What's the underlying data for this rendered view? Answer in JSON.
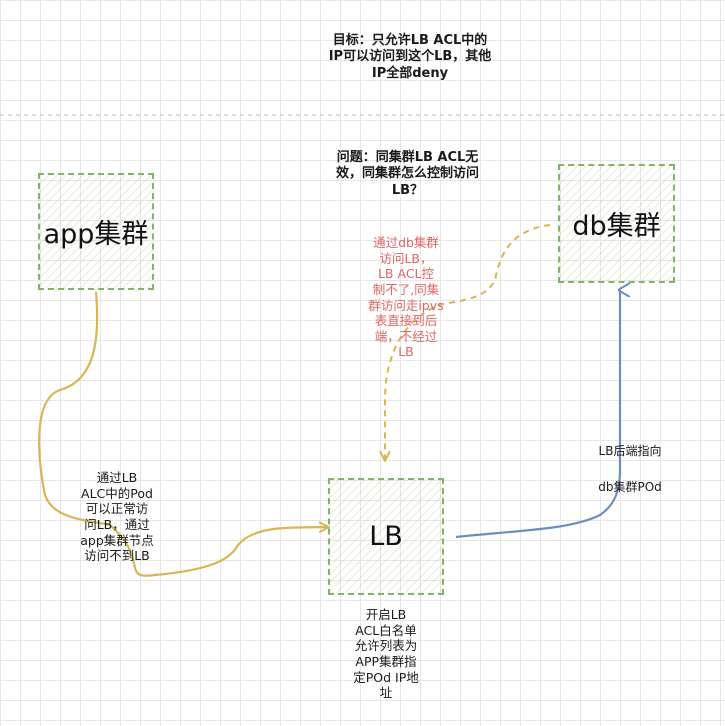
{
  "title": {
    "line1": "目标：只允许LB ACL中的",
    "line2": "IP可以访问到这个LB，其他",
    "line3": "IP全部deny"
  },
  "problem": {
    "line1": "问题：同集群LB ACL无",
    "line2": "效，同集群怎么控制访问",
    "line3": "LB？"
  },
  "nodes": {
    "app": "app集群",
    "db": "db集群",
    "lb": "LB"
  },
  "notes": {
    "red": [
      "通过db集群",
      "访问LB，",
      "LB ACL控",
      "制不了,同集",
      "群访问走ipvs",
      "表直接到后",
      "端，不经过",
      "LB"
    ],
    "left": [
      "通过LB",
      "ALC中的Pod",
      "可以正常访",
      "问LB，通过",
      "app集群节点",
      "访问不到LB"
    ],
    "lb_backend_1": "LB后端指向",
    "lb_backend_2": "db集群POd",
    "lb_acl": [
      "开启LB",
      "ACL白名单",
      "允许列表为",
      "APP集群指",
      "定POd IP地",
      "址"
    ]
  },
  "colors": {
    "node_border": "#82b366",
    "app_to_lb": "#d6b656",
    "db_to_lb": "#d6b656",
    "lb_to_db": "#6c8ebf",
    "red_note": "#e06666",
    "divider": "#bbbbbb"
  }
}
